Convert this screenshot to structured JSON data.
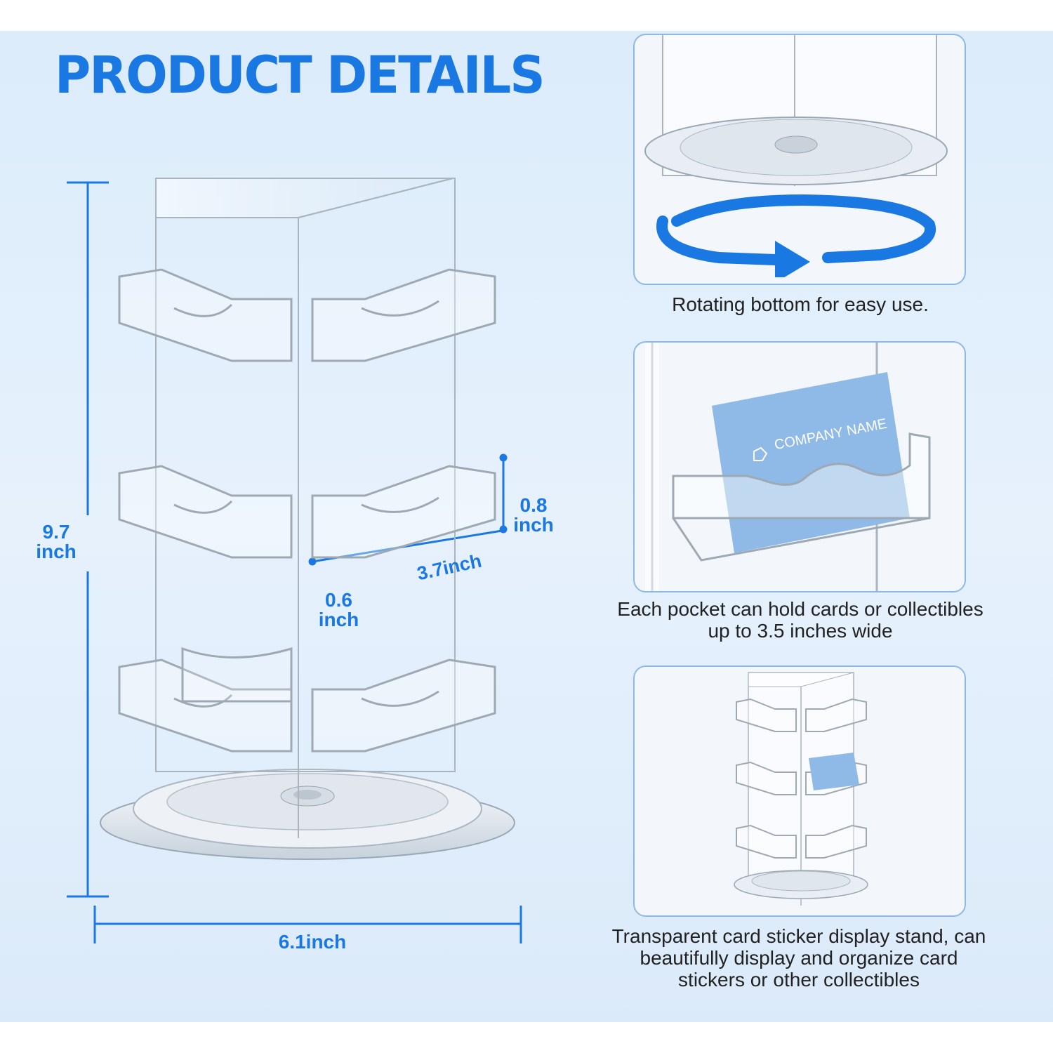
{
  "title": "PRODUCT DETAILS",
  "dimensions": {
    "height": "9.7\ninch",
    "width": "6.1inch",
    "pocket_length": "3.7inch",
    "pocket_height": "0.8\ninch",
    "pocket_depth": "0.6\ninch"
  },
  "features": [
    {
      "caption": "Rotating bottom for easy use.",
      "icon": "rotation-arrow-icon"
    },
    {
      "caption": "Each pocket can hold cards or collectibles up to 3.5 inches wide",
      "card_text": "COMPANY NAME",
      "icon": "business-card-icon"
    },
    {
      "caption": "Transparent card sticker display stand, can beautifully display and organize card stickers or other collectibles",
      "icon": "display-stand-icon"
    }
  ],
  "colors": {
    "accent": "#1a78e3",
    "background": "#e2eefb",
    "panel_border": "#8db8ea",
    "card": "#8fb9e6"
  }
}
